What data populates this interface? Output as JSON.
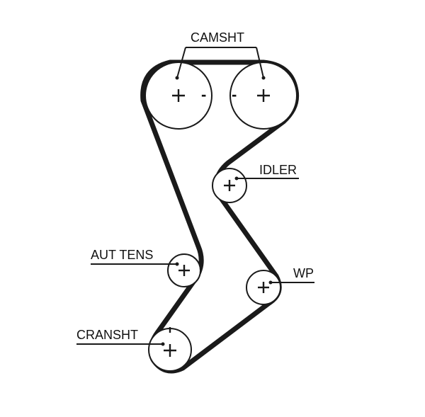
{
  "labels": {
    "camshaft": "CAMSHT",
    "idler": "IDLER",
    "tensioner": "AUT TENS",
    "water_pump": "WP",
    "crankshaft": "CRANSHT"
  },
  "timing_marks": {
    "cam_left": "-",
    "cam_right": "-"
  },
  "colors": {
    "ink": "#1a1a1a",
    "background": "#ffffff"
  }
}
